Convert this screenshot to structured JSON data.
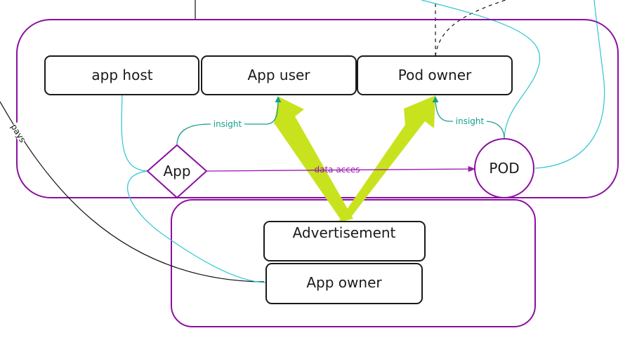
{
  "colors": {
    "container": "#8b0fa0",
    "box_border": "#1a1a1a",
    "insight": "#16a08c",
    "cyan_link": "#2cc6d0",
    "data_access": "#9b1ab0",
    "big_arrow": "#c8e31e",
    "pays_line": "#111111"
  },
  "nodes": {
    "app_host": "app host",
    "app_user": "App user",
    "pod_owner": "Pod owner",
    "app": "App",
    "pod": "POD",
    "advertisement": "Advertisement",
    "app_owner": "App owner"
  },
  "edges": {
    "insight_app": "insight",
    "insight_pod": "insight",
    "data_access": "data acces",
    "pays": "pays"
  }
}
